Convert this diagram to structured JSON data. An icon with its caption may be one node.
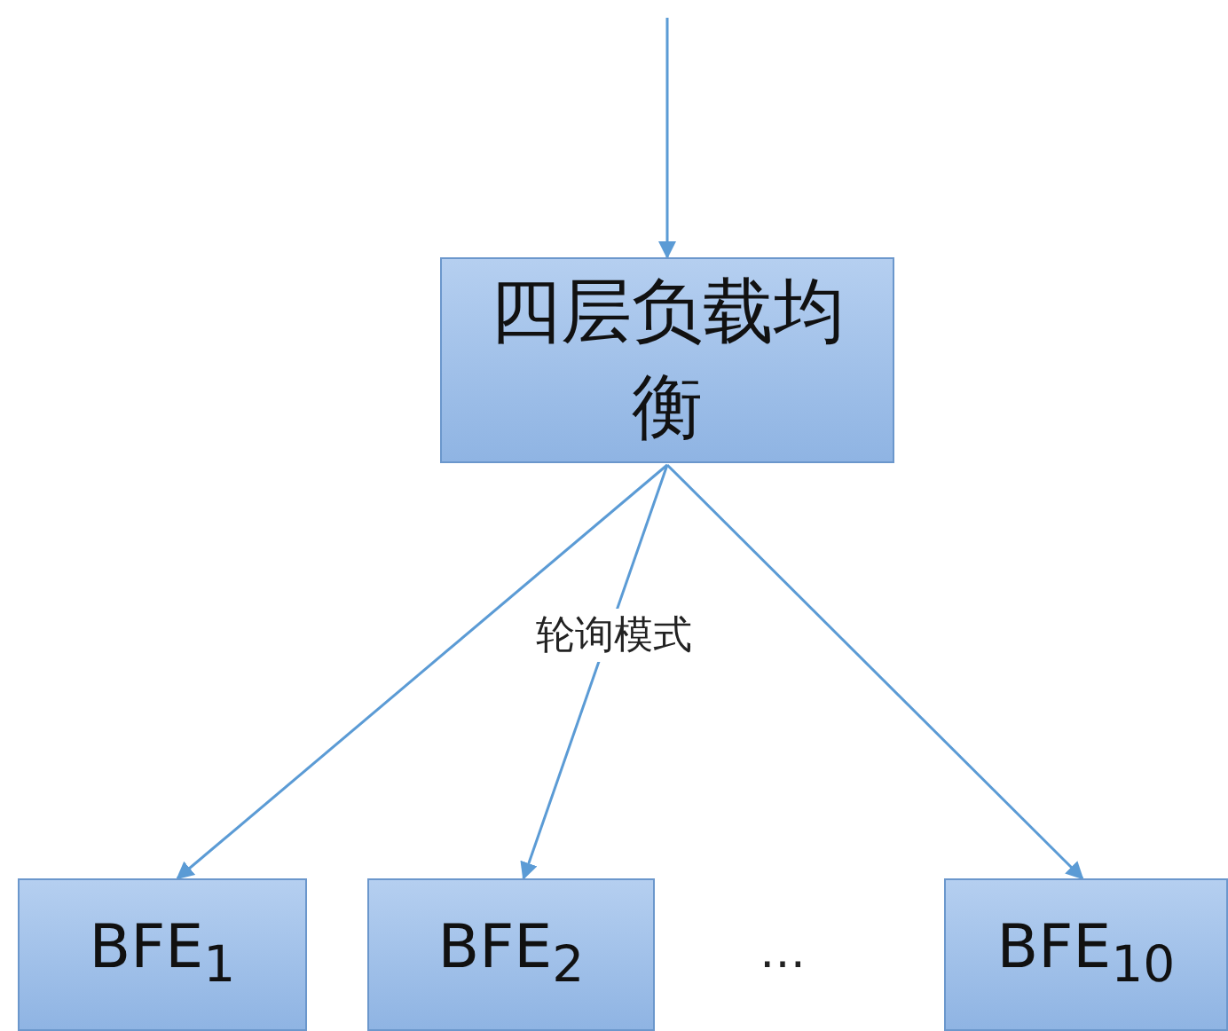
{
  "diagram": {
    "nodes": [
      {
        "text": [
          "四层负载均衡"
        ]
      },
      {
        "text": [
          "BFE$_{1}$"
        ]
      },
      {
        "text": [
          "BFE$_{2}$"
        ]
      },
      {
        "text": [
          "BFE$_{10}$"
        ]
      }
    ],
    "edges": [
      {
        "from": null,
        "to": 0,
        "arrow": "to"
      },
      {
        "from": 0,
        "to": 1,
        "arrow": "to"
      },
      {
        "from": 0,
        "to": 2,
        "arrow": "to",
        "label": "轮询模式"
      },
      {
        "from": 0,
        "to": 3,
        "arrow": "to"
      }
    ],
    "labels": [
      "…"
    ]
  }
}
